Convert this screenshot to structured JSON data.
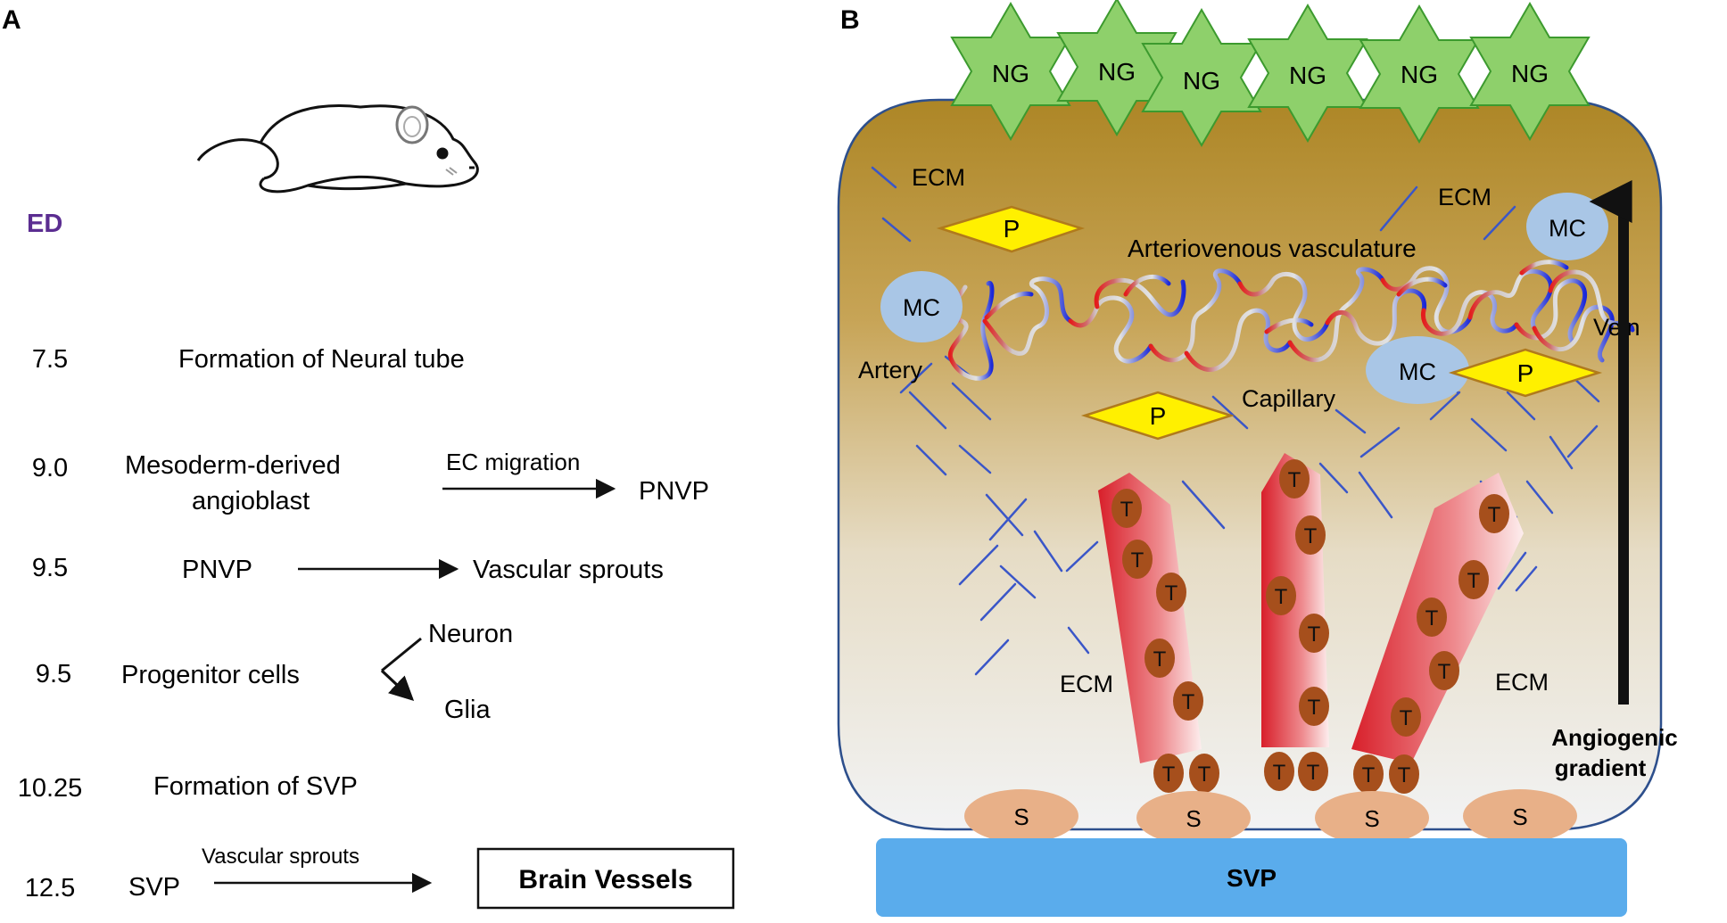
{
  "panel_a": {
    "label": "A",
    "ed_header": "ED",
    "rows": [
      {
        "ed": "7.5",
        "text": "Formation of Neural tube"
      },
      {
        "ed": "9.0",
        "line1": "Mesoderm-derived",
        "line2": "angioblast",
        "arrow_label": "EC migration",
        "target": "PNVP"
      },
      {
        "ed": "9.5",
        "source": "PNVP",
        "target": "Vascular sprouts"
      },
      {
        "ed": "9.5",
        "source": "Progenitor cells",
        "branch_up": "Neuron",
        "branch_down": "Glia"
      },
      {
        "ed": "10.25",
        "text": "Formation of SVP"
      },
      {
        "ed": "12.5",
        "source": "SVP",
        "arrow_label": "Vascular sprouts",
        "target": "Brain Vessels"
      }
    ]
  },
  "panel_b": {
    "label": "B",
    "ng_label": "NG",
    "ecm_label": "ECM",
    "p_label": "P",
    "mc_label": "MC",
    "t_label": "T",
    "s_label": "S",
    "arteriovenous_label": "Arteriovenous vasculature",
    "artery_label": "Artery",
    "vein_label": "Vein",
    "capillary_label": "Capillary",
    "gradient_line1": "Angiogenic",
    "gradient_line2": "gradient",
    "svp_label": "SVP"
  },
  "colors": {
    "accent_purple": "#5b2d91",
    "ng_green": "#8ed06b",
    "ng_stroke": "#3c9a2e",
    "brain_top": "#b28a2a",
    "brain_bottom": "#f2f3f3",
    "diamond_yellow": "#fff000",
    "mc_blue": "#a9c6e6",
    "ecm_line": "#3355cc",
    "t_brown": "#a64f1c",
    "s_peach": "#e8b088",
    "svp_blue": "#5aacec",
    "artery_red": "#e02020",
    "vein_blue": "#1a2bd6"
  }
}
